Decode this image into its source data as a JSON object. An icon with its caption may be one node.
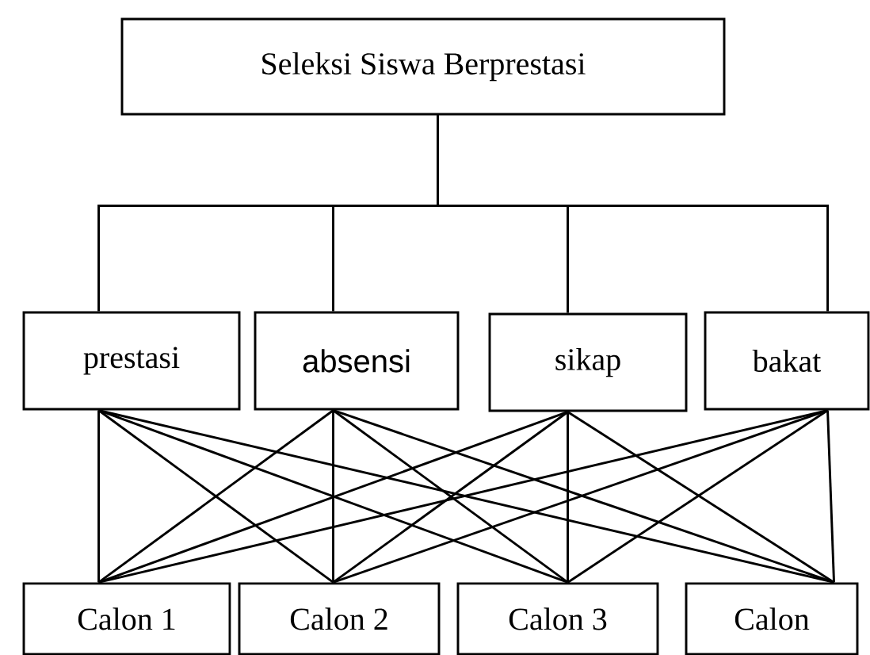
{
  "diagram": {
    "nodes": [
      {
        "text": [
          "Seleksi Siswa Berprestasi"
        ]
      },
      {
        "text": [
          "prestasi"
        ]
      },
      {
        "text": [
          "absensi"
        ]
      },
      {
        "text": [
          "sikap"
        ]
      },
      {
        "text": [
          "bakat"
        ]
      },
      {
        "text": [
          "Calon 1"
        ]
      },
      {
        "text": [
          "Calon 2"
        ]
      },
      {
        "text": [
          "Calon 3"
        ]
      },
      {
        "text": [
          "Calon"
        ]
      }
    ],
    "edges": [
      {
        "from": 0,
        "to": 1,
        "arrow": "none"
      },
      {
        "from": 0,
        "to": 2,
        "arrow": "none"
      },
      {
        "from": 0,
        "to": 3,
        "arrow": "none"
      },
      {
        "from": 0,
        "to": 4,
        "arrow": "none"
      },
      {
        "from": 1,
        "to": 5,
        "arrow": "none"
      },
      {
        "from": 1,
        "to": 6,
        "arrow": "none"
      },
      {
        "from": 1,
        "to": 7,
        "arrow": "none"
      },
      {
        "from": 1,
        "to": 8,
        "arrow": "none"
      },
      {
        "from": 2,
        "to": 5,
        "arrow": "none"
      },
      {
        "from": 2,
        "to": 6,
        "arrow": "none"
      },
      {
        "from": 2,
        "to": 7,
        "arrow": "none"
      },
      {
        "from": 2,
        "to": 8,
        "arrow": "none"
      },
      {
        "from": 3,
        "to": 5,
        "arrow": "none"
      },
      {
        "from": 3,
        "to": 6,
        "arrow": "none"
      },
      {
        "from": 3,
        "to": 7,
        "arrow": "none"
      },
      {
        "from": 3,
        "to": 8,
        "arrow": "none"
      },
      {
        "from": 4,
        "to": 5,
        "arrow": "none"
      },
      {
        "from": 4,
        "to": 6,
        "arrow": "none"
      },
      {
        "from": 4,
        "to": 7,
        "arrow": "none"
      },
      {
        "from": 4,
        "to": 8,
        "arrow": "none"
      }
    ]
  }
}
